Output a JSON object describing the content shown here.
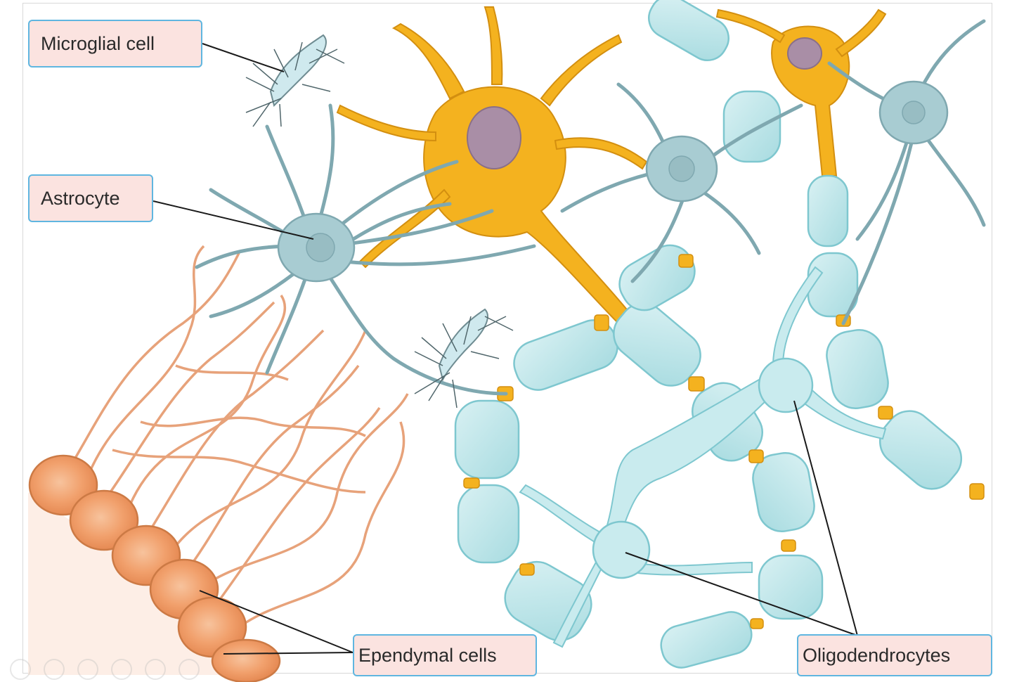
{
  "labels": {
    "microglial": "Microglial cell",
    "astrocyte": "Astrocyte",
    "ependymal": "Ependymal cells",
    "oligodendrocytes": "Oligodendrocytes"
  },
  "colors": {
    "neuron": "#f4b21f",
    "neuron_nucleus": "#a98ea6",
    "glia": "#a8ccd2",
    "myelin": "#bfe6ea",
    "myelin_edge": "#7ec7cf",
    "ependymal": "#f1a06c",
    "ependymal_process": "#e7a27a",
    "label_fill": "#fbe3e0",
    "label_border": "#5fb6e0"
  },
  "icons": [
    "prev-slide-icon",
    "next-slide-icon",
    "pen-icon",
    "grid-icon",
    "zoom-icon",
    "more-icon"
  ]
}
